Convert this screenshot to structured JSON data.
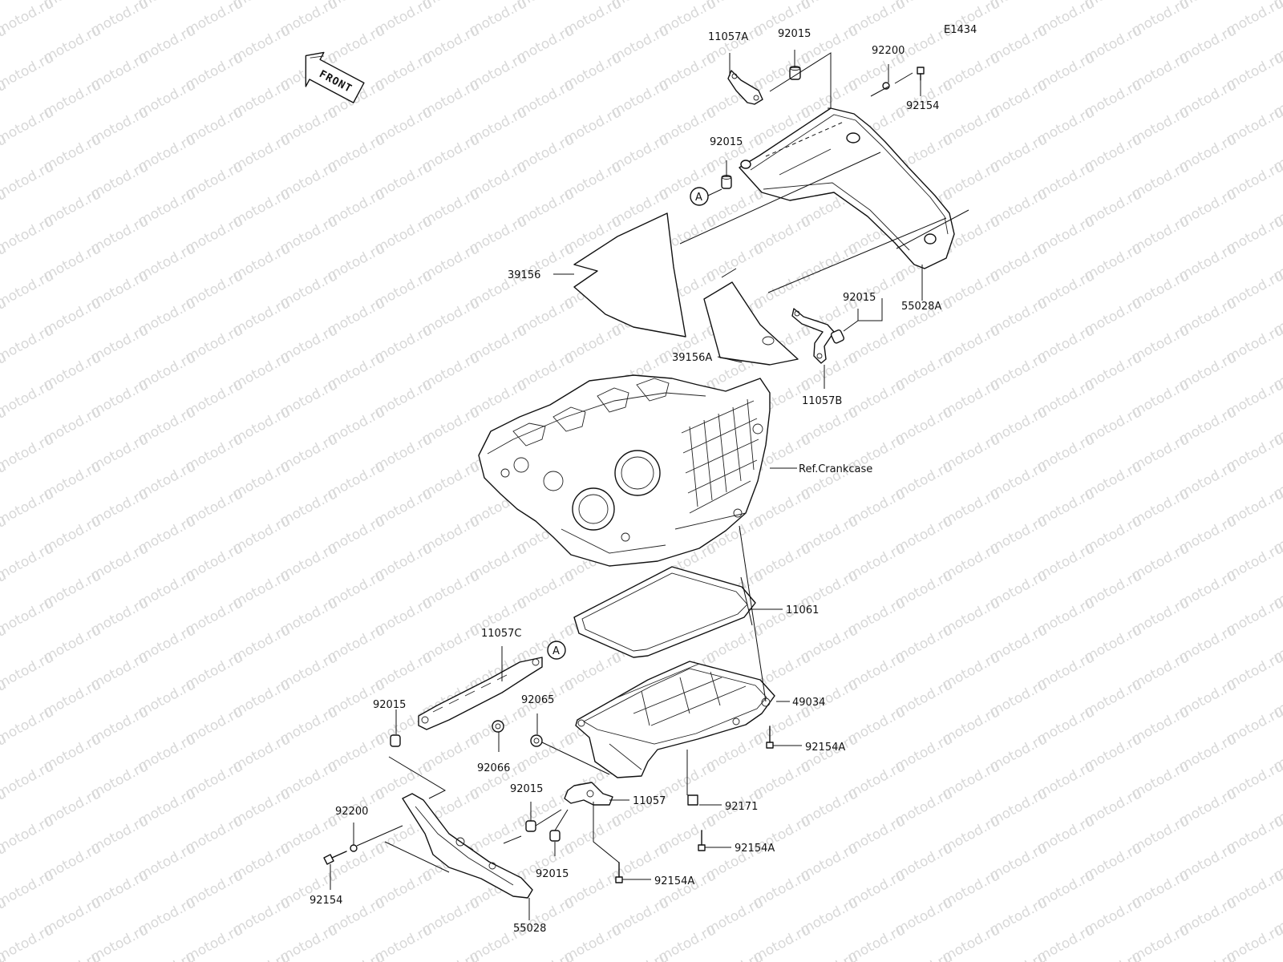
{
  "diagram_code": "E1434",
  "front_marker": "FRONT",
  "watermark": "motod.ru",
  "reference_marker": "A",
  "labels": {
    "p11057A": "11057A",
    "p92015_top": "92015",
    "p92200_top": "92200",
    "p92154_top": "92154",
    "p92015_left": "92015",
    "p39156": "39156",
    "p55028A": "55028A",
    "p92015_right": "92015",
    "p39156A": "39156A",
    "p11057B": "11057B",
    "ref_crankcase": "Ref.Crankcase",
    "p11061": "11061",
    "p11057C": "11057C",
    "p49034": "49034",
    "p92065": "92065",
    "p92015_mid": "92015",
    "p92066": "92066",
    "p92154A_1": "92154A",
    "p11057": "11057",
    "p92015_low1": "92015",
    "p92171": "92171",
    "p92200_bot": "92200",
    "p92154A_2": "92154A",
    "p92015_low2": "92015",
    "p92154A_3": "92154A",
    "p92154_bot": "92154",
    "p55028": "55028"
  }
}
